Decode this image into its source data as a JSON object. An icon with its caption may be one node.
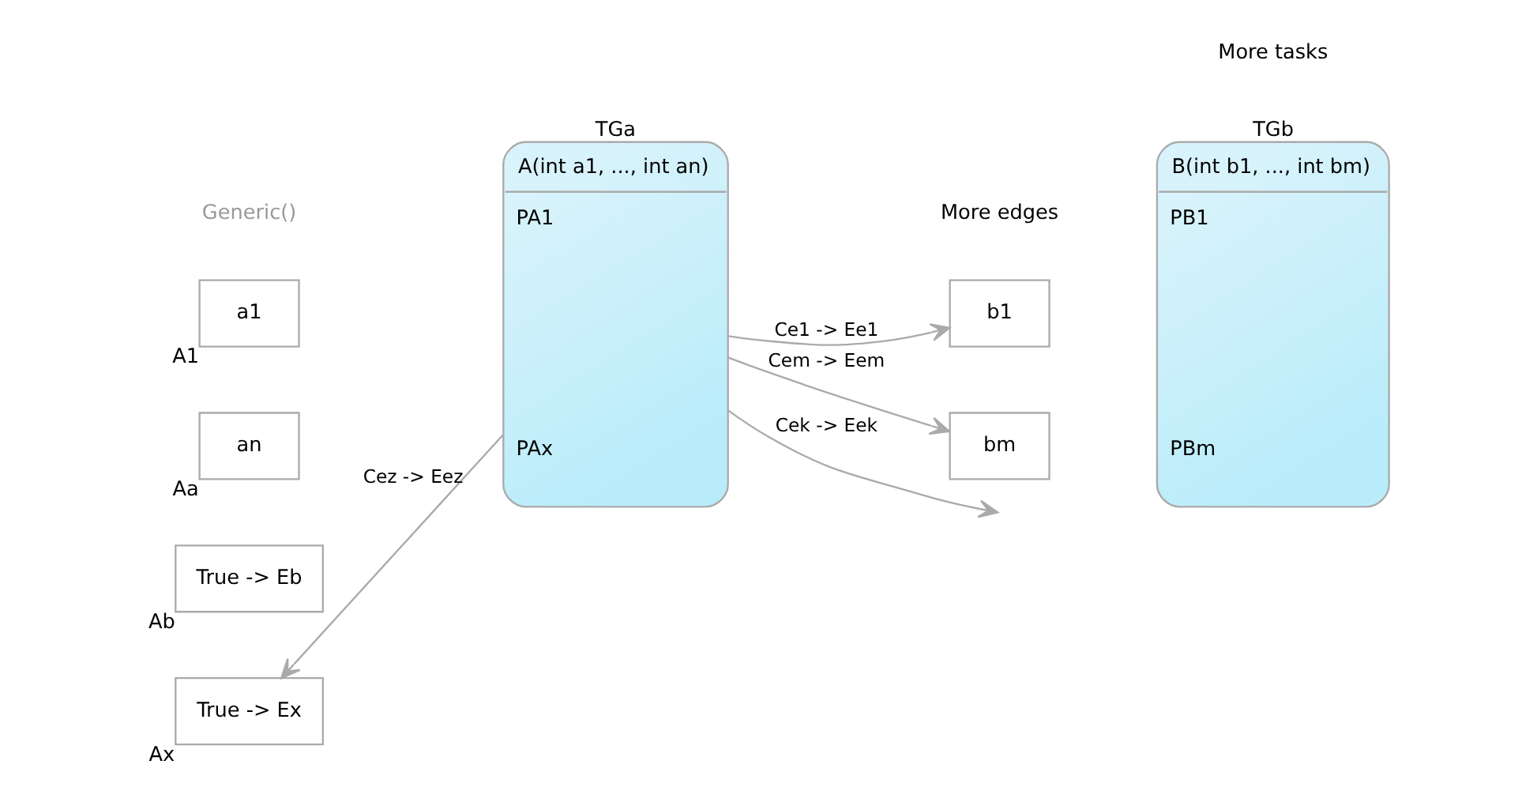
{
  "diagram": {
    "nodes": [
      {
        "text": [
          "TGa",
          "A(int a1, ..., int an)",
          "PA1",
          "PAx"
        ]
      },
      {
        "text": [
          "a1"
        ],
        "beside": [
          "A1"
        ]
      },
      {
        "text": [
          "an"
        ],
        "beside": [
          "Aa"
        ]
      },
      {
        "text": [
          "True -> Eb"
        ],
        "beside": [
          "Ab"
        ]
      },
      {
        "text": [
          "True -> Ex"
        ],
        "beside": [
          "Ax"
        ]
      },
      {
        "text": [
          "TGb",
          "B(int b1, ..., int bm)",
          "PB1",
          "PBm"
        ]
      },
      {
        "text": [
          "b1"
        ]
      },
      {
        "text": [
          "bm"
        ]
      }
    ],
    "edges": [
      {
        "from": 0,
        "to": 6,
        "arrow": "to",
        "label": "Ce1 -> Ee1"
      },
      {
        "from": 0,
        "to": 7,
        "arrow": "to",
        "label": "Cem -> Eem"
      },
      {
        "from": 0,
        "to": null,
        "arrow": "to",
        "label": "Cek -> Eek"
      },
      {
        "from": 0,
        "to": 4,
        "arrow": "to",
        "label": "Cez -> Eez"
      }
    ],
    "labels": [
      "Generic()",
      "More edges",
      "More tasks"
    ]
  }
}
